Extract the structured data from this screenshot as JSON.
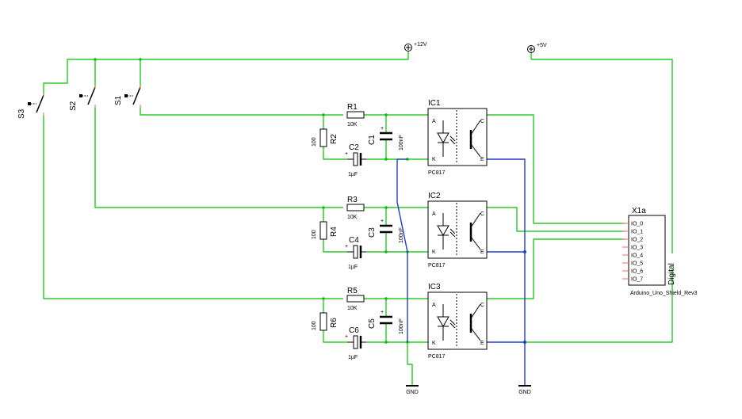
{
  "power": {
    "v12": "+12V",
    "v5": "+5V",
    "gnd": "GND"
  },
  "switches": [
    {
      "ref": "S1"
    },
    {
      "ref": "S2"
    },
    {
      "ref": "S3"
    }
  ],
  "channels": [
    {
      "r_series": "R1",
      "r_series_val": "10K",
      "r_shunt": "R2",
      "r_shunt_val": "100",
      "cap_film": "C1",
      "cap_film_val": "100nF",
      "cap_elec": "C2",
      "cap_elec_val": "1µF",
      "opto": "IC1",
      "opto_type": "PC817"
    },
    {
      "r_series": "R3",
      "r_series_val": "10K",
      "r_shunt": "R4",
      "r_shunt_val": "100",
      "cap_film": "C3",
      "cap_film_val": "100nF",
      "cap_elec": "C4",
      "cap_elec_val": "1µF",
      "opto": "IC2",
      "opto_type": "PC817"
    },
    {
      "r_series": "R5",
      "r_series_val": "10K",
      "r_shunt": "R6",
      "r_shunt_val": "100",
      "cap_film": "C5",
      "cap_film_val": "100nF",
      "cap_elec": "C6",
      "cap_elec_val": "1µF",
      "opto": "IC3",
      "opto_type": "PC817"
    }
  ],
  "opto_pins": {
    "a": "A",
    "k": "K",
    "c": "C",
    "e": "E"
  },
  "arduino": {
    "ref": "X1a",
    "name": "Arduino_Uno_Shield_Rev3",
    "group": "Digital",
    "pins": [
      "IO_0",
      "IO_1",
      "IO_2",
      "IO_3",
      "IO_4",
      "IO_5",
      "IO_6",
      "IO_7"
    ]
  },
  "colors": {
    "wire": "#00c000",
    "bus": "#1f3fd0",
    "pin": "#ff6060"
  }
}
